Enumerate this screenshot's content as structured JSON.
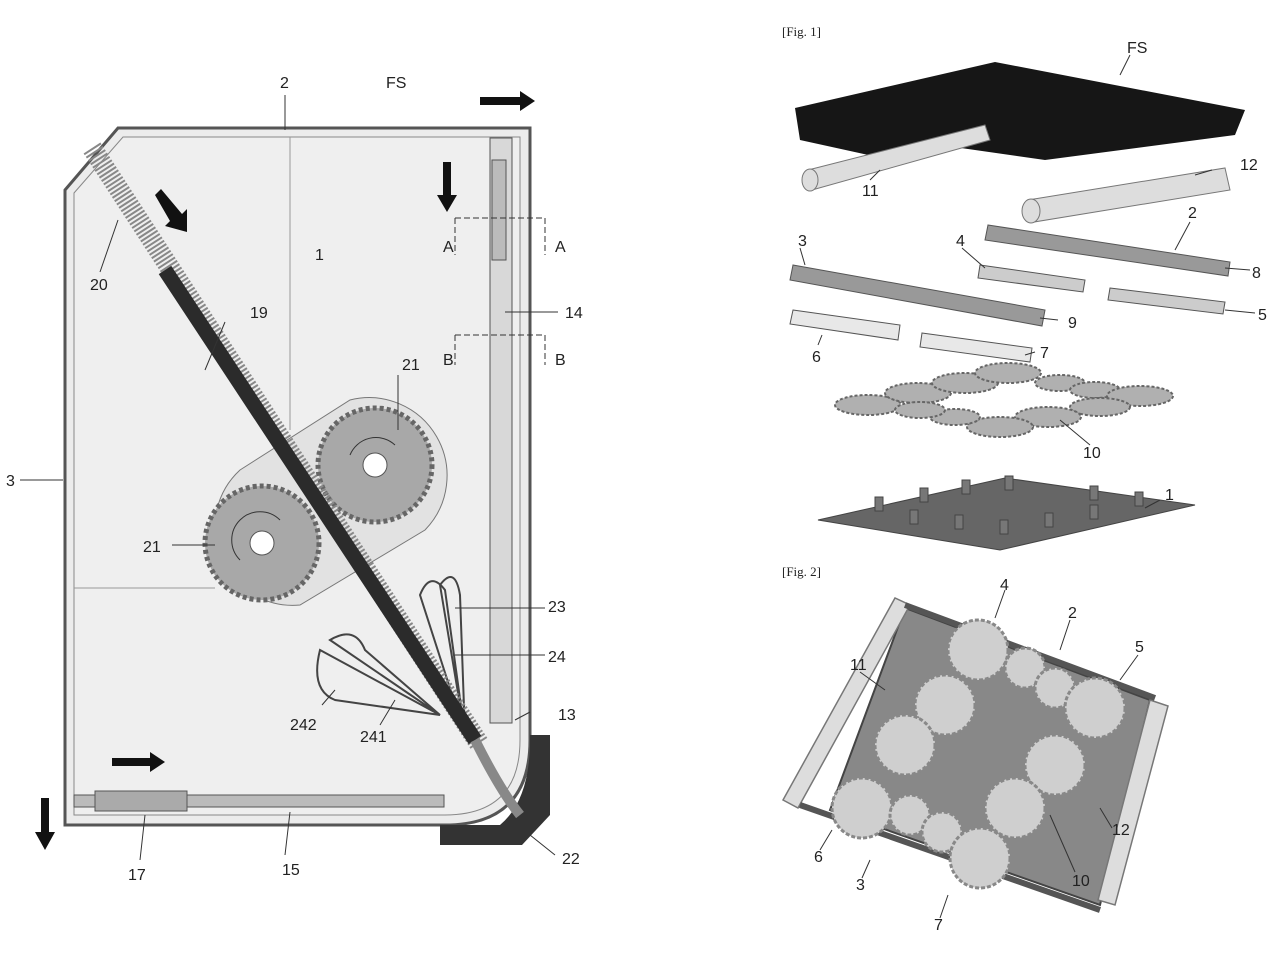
{
  "left_figure": {
    "labels": {
      "frame_top": "2",
      "fabric": "FS",
      "belt_teeth": "20",
      "belt": "19",
      "panel": "1",
      "section_a_left": "A",
      "section_a_right": "A",
      "right_rail": "14",
      "section_b_left": "B",
      "section_b_right": "B",
      "gear_upper": "21",
      "gear_lower": "21",
      "frame_left": "3",
      "spring_23": "23",
      "spring_24": "24",
      "spring_242": "242",
      "spring_241": "241",
      "corner_13": "13",
      "bottom_spring": "17",
      "bottom_rail": "15",
      "corner_block": "22"
    }
  },
  "fig1": {
    "title": "[Fig. 1]",
    "labels": {
      "fabric": "FS",
      "roller_11": "11",
      "roller_12": "12",
      "bar_2": "2",
      "end_8": "8",
      "bar_3": "3",
      "rack_4": "4",
      "rack_5": "5",
      "end_9": "9",
      "guide_6": "6",
      "guide_7": "7",
      "gears": "10",
      "base": "1"
    }
  },
  "fig2": {
    "title": "[Fig. 2]",
    "labels": {
      "rack_4": "4",
      "bar_2": "2",
      "rack_5": "5",
      "roller_11": "11",
      "roller_12": "12",
      "guide_6": "6",
      "bar_3": "3",
      "guide_7": "7",
      "gears": "10"
    }
  },
  "colors": {
    "dark": "#2b2b2b",
    "panel": "#ececec",
    "gear": "#a8a8a8",
    "line": "#555555"
  }
}
